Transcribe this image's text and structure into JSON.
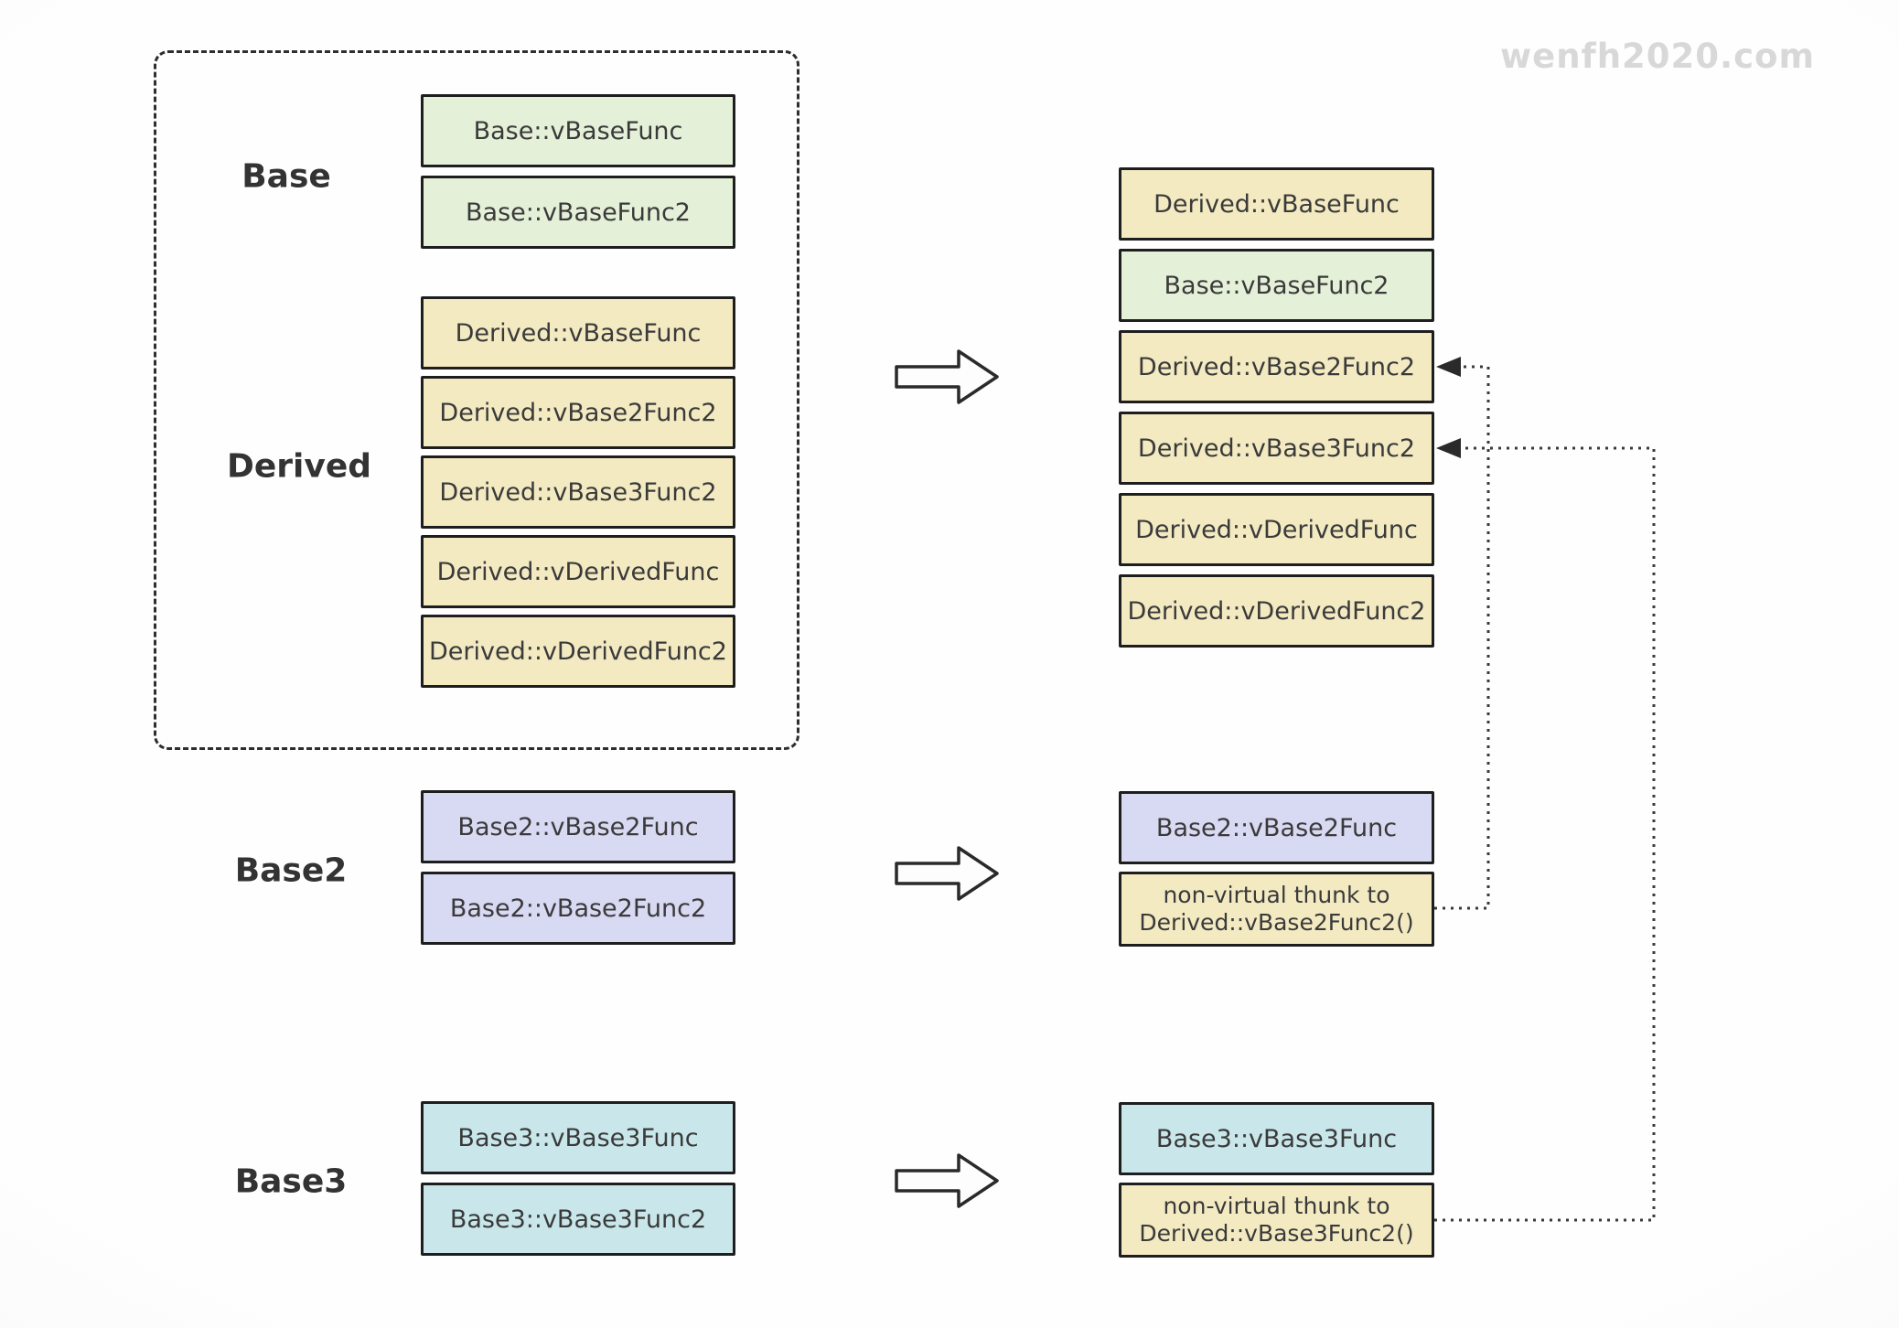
{
  "watermark": "wenfh2020.com",
  "groups": {
    "base": {
      "label": "Base"
    },
    "derived": {
      "label": "Derived"
    },
    "base2": {
      "label": "Base2"
    },
    "base3": {
      "label": "Base3"
    }
  },
  "left": {
    "base_rows": [
      "Base::vBaseFunc",
      "Base::vBaseFunc2"
    ],
    "derived_rows": [
      "Derived::vBaseFunc",
      "Derived::vBase2Func2",
      "Derived::vBase3Func2",
      "Derived::vDerivedFunc",
      "Derived::vDerivedFunc2"
    ],
    "base2_rows": [
      "Base2::vBase2Func",
      "Base2::vBase2Func2"
    ],
    "base3_rows": [
      "Base3::vBase3Func",
      "Base3::vBase3Func2"
    ]
  },
  "right": {
    "derived_vtable": [
      "Derived::vBaseFunc",
      "Base::vBaseFunc2",
      "Derived::vBase2Func2",
      "Derived::vBase3Func2",
      "Derived::vDerivedFunc",
      "Derived::vDerivedFunc2"
    ],
    "base2_vtable": {
      "row0": "Base2::vBase2Func",
      "thunk_line1": "non-virtual thunk to",
      "thunk_line2": "Derived::vBase2Func2()"
    },
    "base3_vtable": {
      "row0": "Base3::vBase3Func",
      "thunk_line1": "non-virtual thunk to",
      "thunk_line2": "Derived::vBase3Func2()"
    }
  },
  "colors": {
    "green": "#e5f0d8",
    "yellow": "#f3eac2",
    "purple": "#d8d9f2",
    "cyan": "#c9e7ea",
    "border": "#1e1e1e",
    "text": "#3a3a3a",
    "watermark": "#d8d8d8"
  }
}
